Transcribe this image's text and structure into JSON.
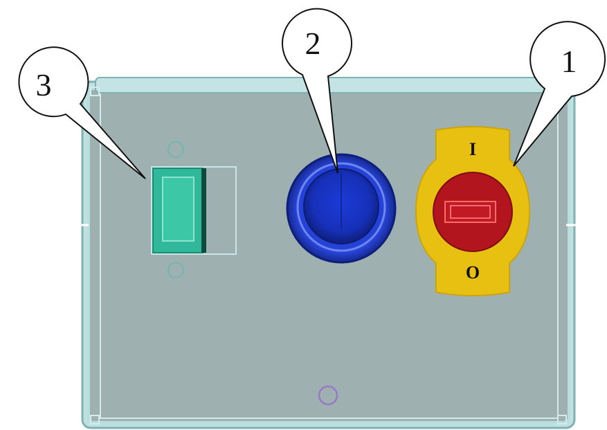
{
  "callouts": {
    "c1": {
      "label": "1"
    },
    "c2": {
      "label": "2"
    },
    "c3": {
      "label": "3"
    }
  },
  "main_switch": {
    "on_mark": "I",
    "off_mark": "O"
  },
  "colors": {
    "panel_fill": "#9fb0b0",
    "panel_frame": "#a9d4d6",
    "switch_yellow": "#e8c012",
    "switch_red": "#b3151f",
    "button_blue": "#1c37c4",
    "connector_green": "#2fb99a",
    "screw_teal": "#6fb7b0",
    "screw_purple": "#9a78c8"
  }
}
